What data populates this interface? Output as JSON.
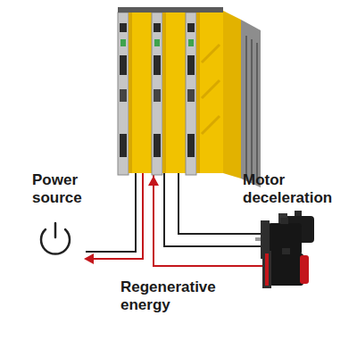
{
  "diagram": {
    "nodes": [
      {
        "text": [
          "Power source"
        ]
      },
      {
        "text": [
          "Motor deceleration"
        ]
      }
    ],
    "edges": [
      {
        "from": 1,
        "to": 0,
        "arrow": "to",
        "label": "Regenerative energy"
      }
    ]
  }
}
